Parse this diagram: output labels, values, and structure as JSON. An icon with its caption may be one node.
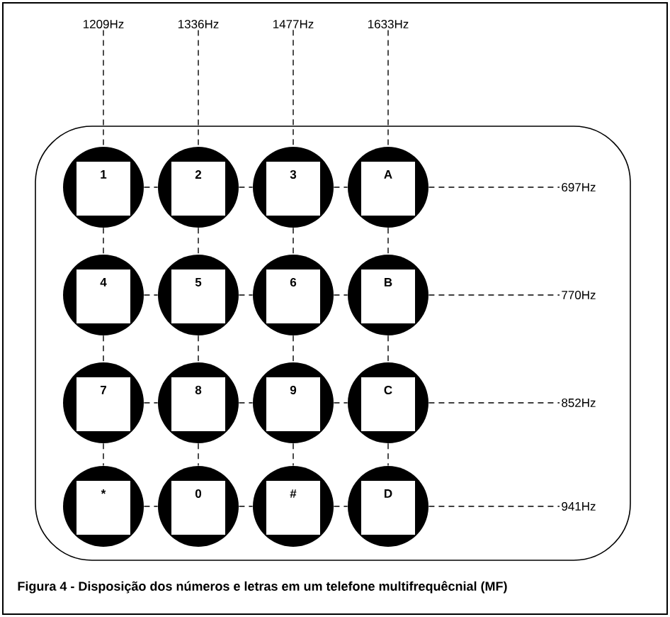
{
  "diagram": {
    "caption": "Figura 4  - Disposição dos números e letras em um telefone multifrequêcnial (MF)",
    "nodes": [
      {
        "text": [
          "1209Hz"
        ]
      },
      {
        "text": [
          "1336Hz"
        ]
      },
      {
        "text": [
          "1477Hz"
        ]
      },
      {
        "text": [
          "1633Hz"
        ]
      },
      {
        "text": [],
        "shape": "box"
      },
      {
        "text": [
          "1"
        ],
        "in": 4
      },
      {
        "text": [
          "2"
        ],
        "in": 4
      },
      {
        "text": [
          "3"
        ],
        "in": 4
      },
      {
        "text": [
          "A"
        ],
        "in": 4
      },
      {
        "text": [
          "4"
        ],
        "in": 4
      },
      {
        "text": [
          "5"
        ],
        "in": 4
      },
      {
        "text": [
          "6"
        ],
        "in": 4
      },
      {
        "text": [
          "B"
        ],
        "in": 4
      },
      {
        "text": [
          "7"
        ],
        "in": 4
      },
      {
        "text": [
          "8"
        ],
        "in": 4
      },
      {
        "text": [
          "9"
        ],
        "in": 4
      },
      {
        "text": [
          "C"
        ],
        "in": 4
      },
      {
        "text": [
          "*"
        ],
        "in": 4
      },
      {
        "text": [
          "0"
        ],
        "in": 4
      },
      {
        "text": [
          "#"
        ],
        "in": 4
      },
      {
        "text": [
          "D"
        ],
        "in": 4
      },
      {
        "text": [
          "697Hz"
        ],
        "in": 4
      },
      {
        "text": [
          "770Hz"
        ],
        "in": 4
      },
      {
        "text": [
          "852Hz"
        ],
        "in": 4
      },
      {
        "text": [
          "941Hz"
        ],
        "in": 4
      }
    ],
    "edges": [
      {
        "from": 0,
        "to": 5,
        "arrow": "none",
        "style": "dashed"
      },
      {
        "from": 5,
        "to": 9,
        "arrow": "none",
        "style": "dashed"
      },
      {
        "from": 9,
        "to": 13,
        "arrow": "none",
        "style": "dashed"
      },
      {
        "from": 13,
        "to": 17,
        "arrow": "none",
        "style": "dashed"
      },
      {
        "from": 1,
        "to": 6,
        "arrow": "none",
        "style": "dashed"
      },
      {
        "from": 6,
        "to": 10,
        "arrow": "none",
        "style": "dashed"
      },
      {
        "from": 10,
        "to": 14,
        "arrow": "none",
        "style": "dashed"
      },
      {
        "from": 14,
        "to": 18,
        "arrow": "none",
        "style": "dashed"
      },
      {
        "from": 2,
        "to": 7,
        "arrow": "none",
        "style": "dashed"
      },
      {
        "from": 7,
        "to": 11,
        "arrow": "none",
        "style": "dashed"
      },
      {
        "from": 11,
        "to": 15,
        "arrow": "none",
        "style": "dashed"
      },
      {
        "from": 15,
        "to": 19,
        "arrow": "none",
        "style": "dashed"
      },
      {
        "from": 3,
        "to": 8,
        "arrow": "none",
        "style": "dashed"
      },
      {
        "from": 8,
        "to": 12,
        "arrow": "none",
        "style": "dashed"
      },
      {
        "from": 12,
        "to": 16,
        "arrow": "none",
        "style": "dashed"
      },
      {
        "from": 16,
        "to": 20,
        "arrow": "none",
        "style": "dashed"
      },
      {
        "from": 5,
        "to": 6,
        "arrow": "none",
        "style": "dashed"
      },
      {
        "from": 6,
        "to": 7,
        "arrow": "none",
        "style": "dashed"
      },
      {
        "from": 7,
        "to": 8,
        "arrow": "none",
        "style": "dashed"
      },
      {
        "from": 8,
        "to": 21,
        "arrow": "none",
        "style": "dashed"
      },
      {
        "from": 9,
        "to": 10,
        "arrow": "none",
        "style": "dashed"
      },
      {
        "from": 10,
        "to": 11,
        "arrow": "none",
        "style": "dashed"
      },
      {
        "from": 11,
        "to": 12,
        "arrow": "none",
        "style": "dashed"
      },
      {
        "from": 12,
        "to": 22,
        "arrow": "none",
        "style": "dashed"
      },
      {
        "from": 13,
        "to": 14,
        "arrow": "none",
        "style": "dashed"
      },
      {
        "from": 14,
        "to": 15,
        "arrow": "none",
        "style": "dashed"
      },
      {
        "from": 15,
        "to": 16,
        "arrow": "none",
        "style": "dashed"
      },
      {
        "from": 16,
        "to": 23,
        "arrow": "none",
        "style": "dashed"
      },
      {
        "from": 17,
        "to": 18,
        "arrow": "none",
        "style": "dashed"
      },
      {
        "from": 18,
        "to": 19,
        "arrow": "none",
        "style": "dashed"
      },
      {
        "from": 19,
        "to": 20,
        "arrow": "none",
        "style": "dashed"
      },
      {
        "from": 20,
        "to": 24,
        "arrow": "none",
        "style": "dashed"
      }
    ]
  }
}
